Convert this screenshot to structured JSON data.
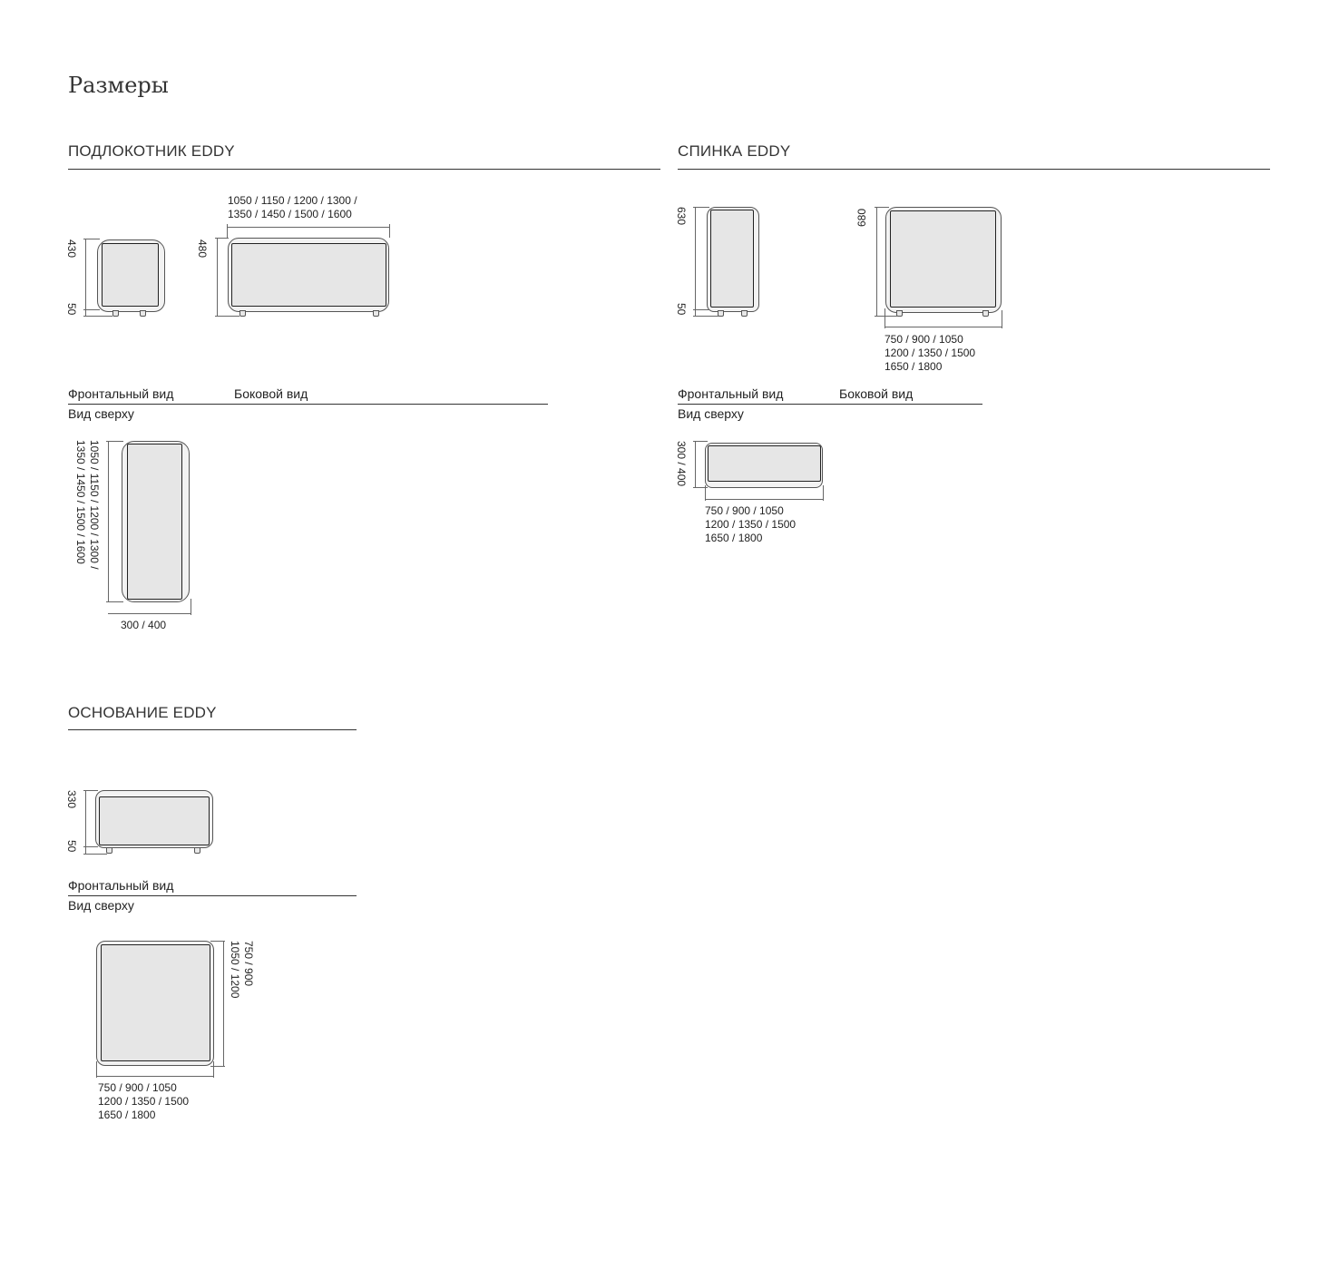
{
  "page_title": "Размеры",
  "sections": {
    "armrest": {
      "title": "ПОДЛОКОТНИК EDDY",
      "front_label": "Фронтальный вид",
      "side_label": "Боковой вид",
      "top_label": "Вид сверху",
      "front_height": "430",
      "front_leg": "50",
      "side_height": "480",
      "side_width_line1": "1050  / 1150 / 1200 / 1300 /",
      "side_width_line2": "1350 / 1450 / 1500 / 1600",
      "top_length_line1": "1050  / 1150 / 1200 / 1300 /",
      "top_length_line2": "1350 / 1450 / 1500 / 1600",
      "top_depth": "300 / 400"
    },
    "back": {
      "title": "СПИНКА EDDY",
      "front_label": "Фронтальный вид",
      "side_label": "Боковой вид",
      "top_label": "Вид сверху",
      "front_height": "630",
      "front_leg": "50",
      "side_height": "680",
      "side_width": [
        "750 / 900 / 1050",
        "1200 / 1350 / 1500",
        "1650 / 1800"
      ],
      "top_depth": "300 / 400",
      "top_width": [
        "750 / 900 / 1050",
        "1200 / 1350 / 1500",
        "1650 / 1800"
      ]
    },
    "base": {
      "title": "ОСНОВАНИЕ EDDY",
      "front_label": "Фронтальный вид",
      "top_label": "Вид сверху",
      "front_height": "330",
      "front_leg": "50",
      "top_depth_line1": "750 / 900",
      "top_depth_line2": "1050 / 1200",
      "top_width": [
        "750 / 900 / 1050",
        "1200 / 1350 / 1500",
        "1650 / 1800"
      ]
    }
  }
}
